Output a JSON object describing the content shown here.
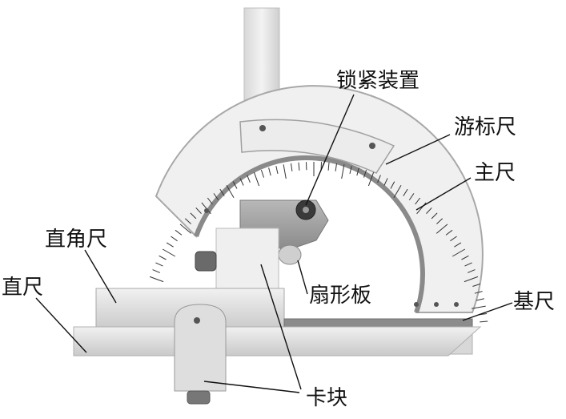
{
  "labels": {
    "locking_device": "锁紧装置",
    "vernier_scale": "游标尺",
    "main_scale": "主尺",
    "square_ruler": "直角尺",
    "straight_ruler": "直尺",
    "sector_plate": "扇形板",
    "base_ruler": "基尺",
    "clamp_block": "卡块"
  },
  "colors": {
    "metal_light": "#e6e6e6",
    "metal_mid": "#cfcfcf",
    "metal_dark": "#9a9a9a",
    "scale_face": "#f2f2f2",
    "ink": "#111111"
  }
}
